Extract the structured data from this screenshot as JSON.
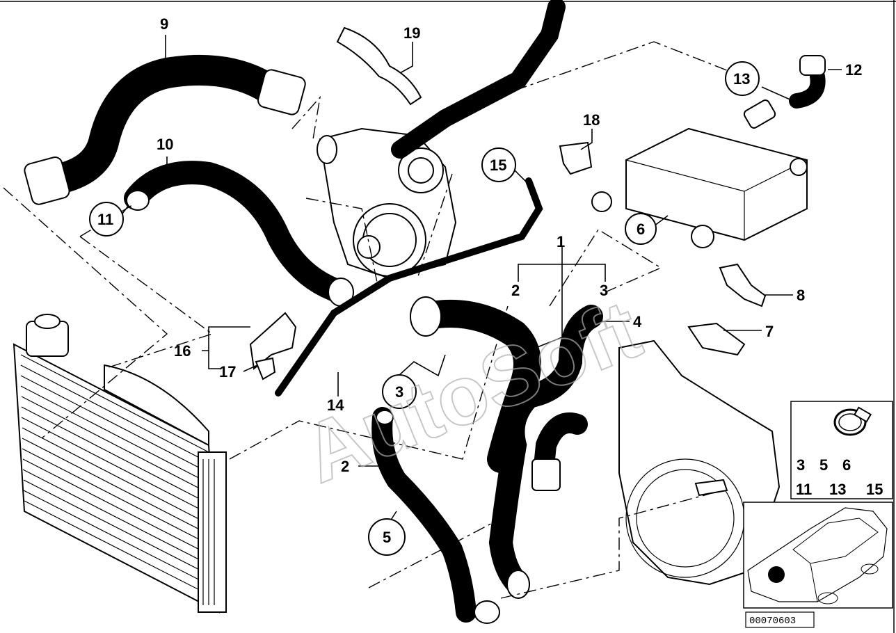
{
  "watermark": "AutoSoft",
  "sheet_id": "00070603",
  "callouts": {
    "c1": "1",
    "c2a": "2",
    "c2b": "2",
    "c3a": "3",
    "c3b": "3",
    "c4": "4",
    "c5": "5",
    "c6": "6",
    "c7": "7",
    "c8": "8",
    "c9": "9",
    "c10": "10",
    "c11": "11",
    "c12": "12",
    "c13": "13",
    "c14": "14",
    "c15": "15",
    "c16": "16",
    "c17": "17",
    "c18": "18",
    "c19": "19"
  },
  "clamp_legend": {
    "row1": [
      "3",
      "5",
      "6"
    ],
    "row2": [
      "11",
      "13",
      "15"
    ]
  },
  "icons": [
    "hose-clamp-icon",
    "car-silhouette-icon",
    "location-dot-icon"
  ]
}
